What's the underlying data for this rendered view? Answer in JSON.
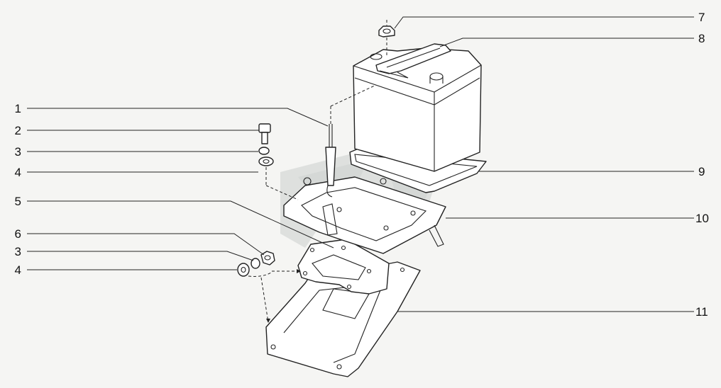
{
  "callouts": [
    {
      "id": "c1",
      "number": "1"
    },
    {
      "id": "c2",
      "number": "2"
    },
    {
      "id": "c3a",
      "number": "3"
    },
    {
      "id": "c4a",
      "number": "4"
    },
    {
      "id": "c5",
      "number": "5"
    },
    {
      "id": "c6",
      "number": "6"
    },
    {
      "id": "c3b",
      "number": "3"
    },
    {
      "id": "c4b",
      "number": "4"
    },
    {
      "id": "c7",
      "number": "7"
    },
    {
      "id": "c8",
      "number": "8"
    },
    {
      "id": "c9",
      "number": "9"
    },
    {
      "id": "c10",
      "number": "10"
    },
    {
      "id": "c11",
      "number": "11"
    }
  ]
}
